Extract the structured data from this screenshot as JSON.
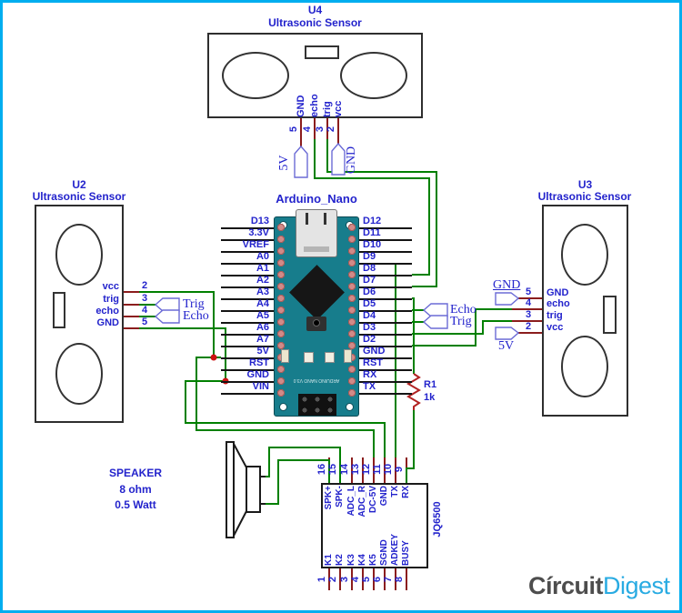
{
  "colors": {
    "frame": "#00AEEF",
    "wire_signal": "#008000",
    "wire_stub": "#8b1d1d",
    "label_blue": "#2323cc",
    "tag_outline": "#6b6bd6",
    "board_teal": "#177d8c",
    "pad_pink": "#d18a88",
    "resistor_red": "#b22222",
    "junction_red": "#cc1111",
    "logo_gray": "#4d4d4d",
    "logo_blue": "#29ABE2"
  },
  "sensors": {
    "u4": {
      "ref": "U4",
      "type": "Ultrasonic Sensor",
      "pins": [
        {
          "num": "5",
          "label": "GND"
        },
        {
          "num": "4",
          "label": "echo"
        },
        {
          "num": "3",
          "label": "trig"
        },
        {
          "num": "2",
          "label": "vcc"
        }
      ]
    },
    "u2": {
      "ref": "U2",
      "type": "Ultrasonic Sensor",
      "pins": [
        {
          "num": "2",
          "label": "vcc"
        },
        {
          "num": "3",
          "label": "trig"
        },
        {
          "num": "4",
          "label": "echo"
        },
        {
          "num": "5",
          "label": "GND"
        }
      ]
    },
    "u3": {
      "ref": "U3",
      "type": "Ultrasonic Sensor",
      "pins": [
        {
          "num": "5",
          "label": "GND"
        },
        {
          "num": "4",
          "label": "echo"
        },
        {
          "num": "3",
          "label": "trig"
        },
        {
          "num": "2",
          "label": "vcc"
        }
      ]
    }
  },
  "tags": {
    "u4_power": "5V",
    "u4_ground": "GND",
    "u2_trig": "Trig",
    "u2_echo": "Echo",
    "mid_echo": "Echo",
    "mid_trig": "Trig",
    "u3_ground": "GND",
    "u3_power": "5V"
  },
  "arduino": {
    "title": "Arduino_Nano",
    "board_text": "ARDUINO NANO V3.0",
    "left_pins": [
      "D13",
      "3.3V",
      "VREF",
      "A0",
      "A1",
      "A2",
      "A3",
      "A4",
      "A5",
      "A6",
      "A7",
      "5V",
      "RST",
      "GND",
      "VIN"
    ],
    "right_pins": [
      "D12",
      "D11",
      "D10",
      "D9",
      "D8",
      "D7",
      "D6",
      "D5",
      "D4",
      "D3",
      "D2",
      "GND",
      "RST",
      "RX",
      "TX"
    ]
  },
  "resistor": {
    "ref": "R1",
    "value": "1k"
  },
  "speaker": {
    "name": "SPEAKER",
    "impedance": "8 ohm",
    "power": "0.5 Watt"
  },
  "jq6500": {
    "ref": "JQ6500",
    "top_numbers": [
      "16",
      "15",
      "14",
      "13",
      "12",
      "11",
      "10",
      "9"
    ],
    "top_labels": [
      "SPK+",
      "SPK-",
      "ADC_L",
      "ADC_R",
      "DC-5V",
      "GND",
      "TX",
      "RX"
    ],
    "bottom_numbers": [
      "1",
      "2",
      "3",
      "4",
      "5",
      "6",
      "7",
      "8"
    ],
    "bottom_labels": [
      "K1",
      "K2",
      "K3",
      "K4",
      "K5",
      "SGND",
      "ADKEY",
      "BUSY"
    ]
  },
  "logo": {
    "part1": "Círcuit",
    "part2": "Digest"
  }
}
